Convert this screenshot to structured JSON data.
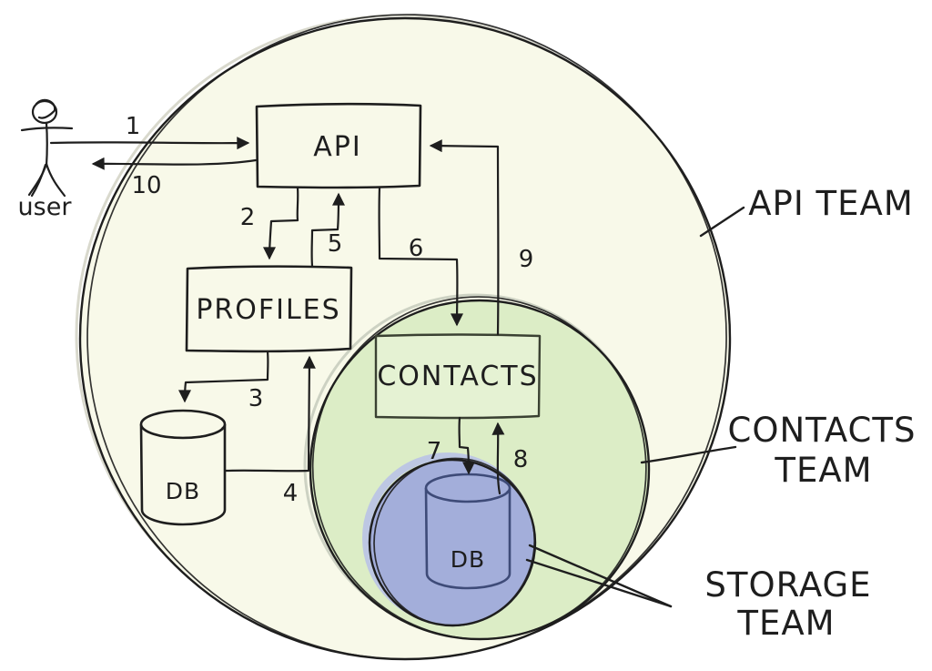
{
  "diagram": {
    "actor": {
      "label": "user"
    },
    "nodes": {
      "api": {
        "label": "API"
      },
      "profiles": {
        "label": "PROFILES"
      },
      "contacts": {
        "label": "CONTACTS"
      },
      "profiles_db": {
        "label": "DB"
      },
      "storage_db": {
        "label": "DB"
      }
    },
    "teams": {
      "api_team": {
        "label": "API TEAM"
      },
      "contacts_team": {
        "line1": "CONTACTS",
        "line2": "TEAM"
      },
      "storage_team": {
        "line1": "STORAGE",
        "line2": "TEAM"
      }
    },
    "steps": {
      "s1": "1",
      "s2": "2",
      "s3": "3",
      "s4": "4",
      "s5": "5",
      "s6": "6",
      "s7": "7",
      "s8": "8",
      "s9": "9",
      "s10": "10"
    }
  },
  "colors": {
    "ink": "#1e1e1e",
    "api_team_fill": "#f8f9e9",
    "contacts_team_fill": "#dcedc6",
    "contacts_box_fill": "#e5f2d3",
    "contacts_text": "#3d4733",
    "storage_team_fill": "#a3aeda",
    "db_outline": "#3e4b78"
  }
}
